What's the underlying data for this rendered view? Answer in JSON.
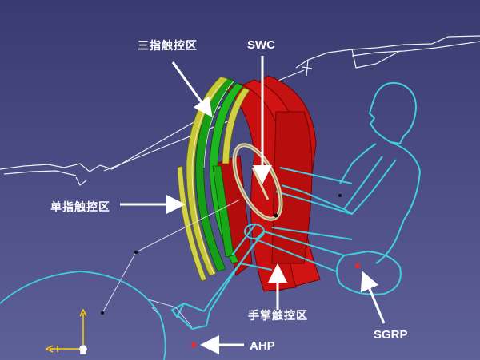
{
  "labels": {
    "three_finger_zone": "三指触控区",
    "single_finger_zone": "单指触控区",
    "palm_zone": "手掌触控区",
    "swc": "SWC",
    "sgrp": "SGRP",
    "ahp": "AHP"
  },
  "colors": {
    "background_top": "#3a3b72",
    "background_bottom": "#5d5f96",
    "zone_red": "#cc1010",
    "zone_red_dark": "#8a0505",
    "zone_green": "#17a317",
    "zone_yellow": "#c8c832",
    "mannequin": "#3fd0e0",
    "wheel": "#d8d2a8",
    "outline_white": "#f2f2f2",
    "arrow_white": "#ffffff",
    "marker_red": "#ff2020"
  },
  "icons": {
    "compass": "axis-compass-icon"
  }
}
